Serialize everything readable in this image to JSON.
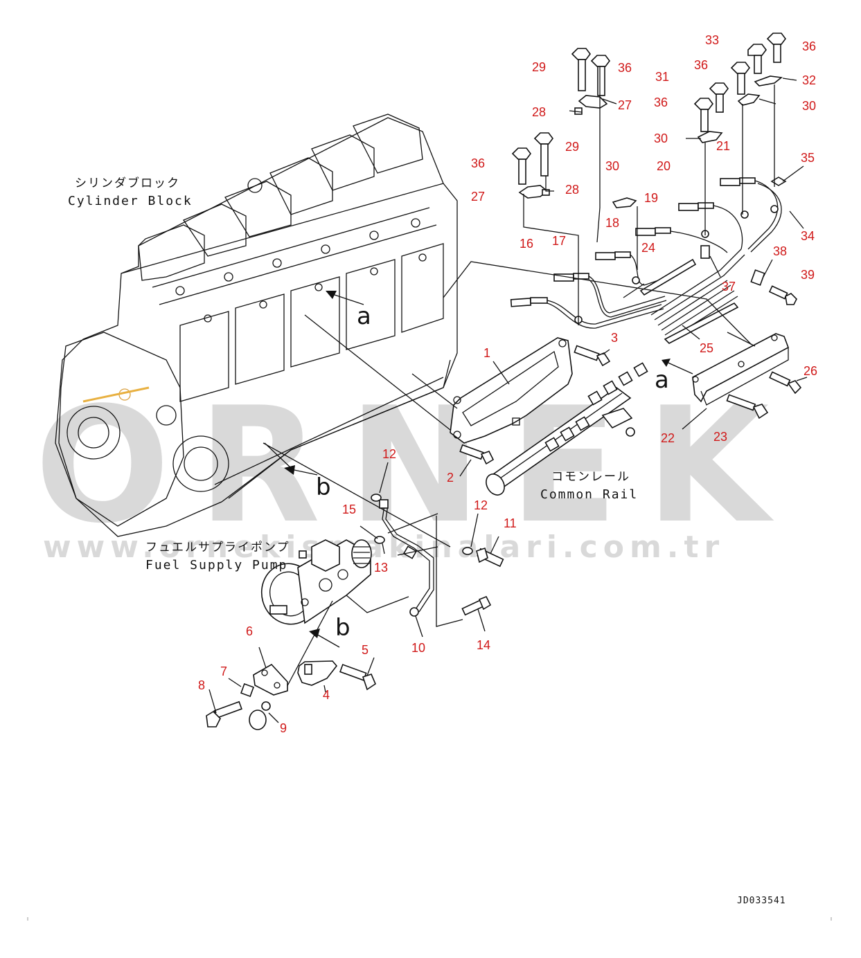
{
  "watermark": {
    "brand": "ORNEK",
    "url": "www.ornekismakinalari.com.tr"
  },
  "assemblies": {
    "cylinder_block_ja": "シリンダブロック",
    "cylinder_block_en": "Cylinder Block",
    "common_rail_ja": "コモンレール",
    "common_rail_en": "Common Rail",
    "fuel_pump_ja": "フュエルサプライポンプ",
    "fuel_pump_en": "Fuel Supply Pump"
  },
  "view_marks": {
    "a": "a",
    "b": "b"
  },
  "drawing_id": "JD033541",
  "callouts": [
    "1",
    "2",
    "3",
    "4",
    "5",
    "6",
    "7",
    "8",
    "9",
    "10",
    "11",
    "12",
    "13",
    "14",
    "15",
    "16",
    "17",
    "18",
    "19",
    "20",
    "21",
    "22",
    "23",
    "24",
    "25",
    "26",
    "27",
    "28",
    "29",
    "30",
    "31",
    "32",
    "33",
    "34",
    "35",
    "36",
    "37",
    "38",
    "39"
  ],
  "colors": {
    "callout": "#d01818",
    "line": "#111111",
    "watermark": "#d9d9d9"
  }
}
